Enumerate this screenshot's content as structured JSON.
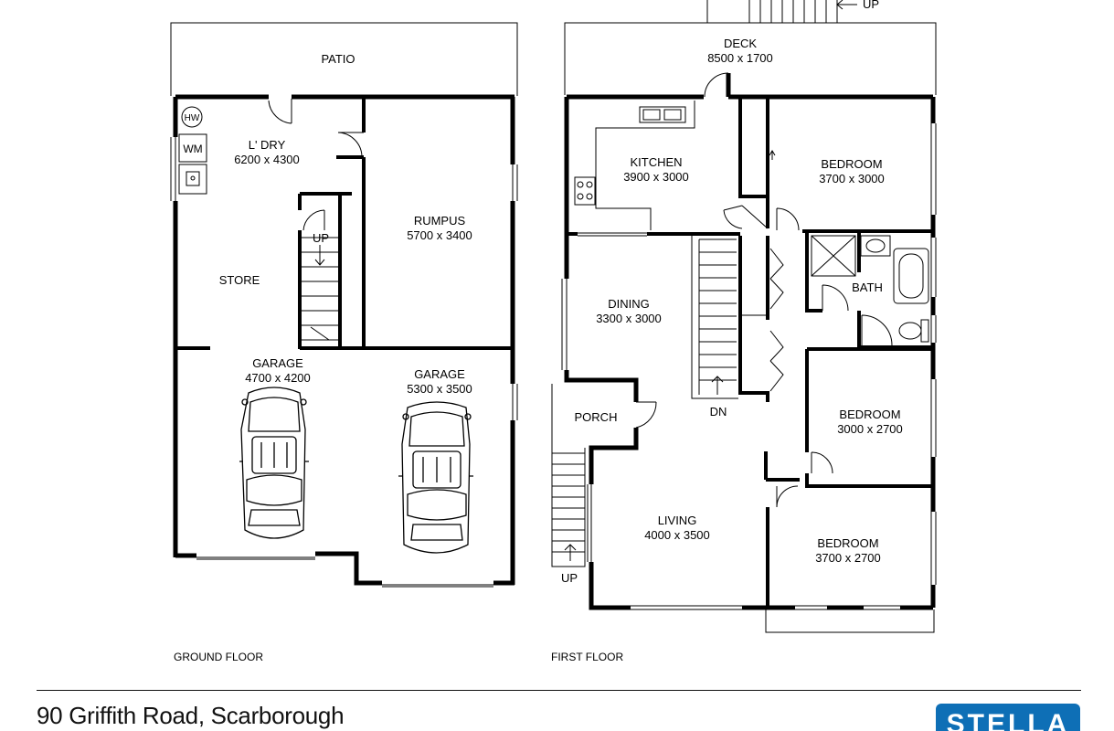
{
  "ground_floor": {
    "label": "GROUND FLOOR",
    "rooms": {
      "patio": "PATIO",
      "laundry_name": "L' DRY",
      "laundry_size": "6200 x 4300",
      "hw": "HW",
      "wm": "WM",
      "rumpus_name": "RUMPUS",
      "rumpus_size": "5700 x 3400",
      "store": "STORE",
      "stair_up": "UP",
      "garage1_name": "GARAGE",
      "garage1_size": "4700 x 4200",
      "garage2_name": "GARAGE",
      "garage2_size": "5300 x 3500"
    }
  },
  "first_floor": {
    "label": "FIRST FLOOR",
    "rooms": {
      "deck_name": "DECK",
      "deck_size": "8500 x 1700",
      "deck_up": "UP",
      "kitchen_name": "KITCHEN",
      "kitchen_size": "3900 x 3000",
      "bedroom1_name": "BEDROOM",
      "bedroom1_size": "3700 x 3000",
      "dining_name": "DINING",
      "dining_size": "3300 x 3000",
      "bath": "BATH",
      "stair_dn": "DN",
      "porch": "PORCH",
      "porch_up": "UP",
      "bedroom2_name": "BEDROOM",
      "bedroom2_size": "3000 x 2700",
      "living_name": "LIVING",
      "living_size": "4000 x 3500",
      "bedroom3_name": "BEDROOM",
      "bedroom3_size": "3700 x 2700"
    }
  },
  "footer": {
    "address": "90 Griffith Road, Scarborough",
    "brand": "STELLA",
    "brand_color": "#0e6fb6"
  }
}
